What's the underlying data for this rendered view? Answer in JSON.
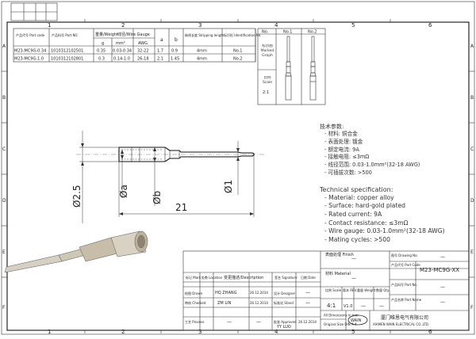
{
  "frame": {
    "col_numbers": [
      "1",
      "2",
      "3",
      "4",
      "5",
      "6"
    ],
    "row_letters": [
      "A",
      "B",
      "C",
      "D",
      "E",
      "F"
    ]
  },
  "revision_block": {
    "cells": [
      "",
      "",
      ""
    ]
  },
  "part_table": {
    "headers": [
      "产品代号 Part code",
      "产品料号 Part NO.",
      "重量/Weight",
      "线径/Wire Gauge",
      "a",
      "b",
      "剥线长度 Stripping length",
      "标识形 Identification No."
    ],
    "sub_headers": [
      "g",
      "mm²",
      "AWG"
    ],
    "rows": [
      [
        "M23-MC9G-0.34",
        "1010312102501",
        "0.35",
        "0.03-0.34",
        "32-22",
        "1.7",
        "0.9",
        "4mm",
        "No.1"
      ],
      [
        "M23-MC9G-1.0",
        "1010312102801",
        "0.3",
        "0.14-1.0",
        "26-18",
        "2.1",
        "1.45",
        "4mm",
        "No.2"
      ]
    ]
  },
  "marking_table": {
    "header_no": "No.",
    "no1": "No.1",
    "no2": "No.2",
    "marked_graph": "标示图 Marked Graph",
    "scale_label": "比例 Scale",
    "scale_value": "2:1"
  },
  "dimensions": {
    "d1": "Ø2.5",
    "d2": "Øa",
    "d3": "Øb",
    "d4": "Ø1",
    "length": "21"
  },
  "specs": {
    "heading_cn": "技术参数:",
    "items_cn": [
      "- 材料: 铜合金",
      "- 表面处理: 镀金",
      "- 额定电流: 9A",
      "- 接触电阻: ≤3mΩ",
      "- 线径范围: 0.03-1.0mm²(32-18 AWG)",
      "- 可插拔次数: >500"
    ],
    "heading_en": "Technical specification:",
    "items_en": [
      "- Material: copper alloy",
      "- Surface: hard-gold plated",
      "- Rated current: 9A",
      "- Contact resistance: ≤3mΩ",
      "- Wire gauge: 0.03-1.0mm²(32-18 AWG)",
      "- Mating cycles: >500"
    ]
  },
  "title_block": {
    "finish_label": "表面处理 Finish",
    "finish_value": "—",
    "material_label": "材料 Material",
    "material_value": "—",
    "drawing_no_label": "图号 Drawing No.",
    "drawing_no_value": "—",
    "part_code_label": "产品代号 Part Code",
    "part_code_value": "M23-MC9G-XX",
    "part_no_label": "产品料号 Part No.",
    "part_no_value": "—",
    "part_name_label": "产品名称 Part Name",
    "part_name_value": "—",
    "scale_label": "比例 Scale",
    "scale_value": "4:1",
    "rev_label": "版本 REV.",
    "rev_value": "V1.0",
    "weight_label": "重量 Weight",
    "weight_value": "—",
    "qty_label": "数量 Qty.",
    "qty_value": "—",
    "hdr_mark": "标记 Mark",
    "hdr_location": "处数 Location",
    "hdr_description": "变更描述/Description",
    "hdr_signature": "签名 Signature",
    "hdr_date": "日期 Date",
    "drawn_label": "绘图 Drawn",
    "drawn_name": "HQ ZHANG",
    "drawn_date": "26.12.2014",
    "checked_label": "审核 Checked",
    "checked_name": "ZM LIN",
    "checked_date": "26.12.2014",
    "process_label": "工艺 Process",
    "process_name": "—",
    "process_date": "—",
    "designer_label": "设计 Designer",
    "stand_label": "标准化 Stand",
    "approved_label": "批准 Approved",
    "approved_name": "YY LUO",
    "approved_date": "26.12.2014",
    "dash": "—",
    "dims_note_1": "All Dimensions in mm",
    "dims_note_2": "Original Size DIN A 4",
    "company_logo": "WAIN",
    "company_cn": "厦门唯恩电气有限公司",
    "company_en": "XIAMEN WAIN ELECTRICAL CO.,LTD."
  }
}
